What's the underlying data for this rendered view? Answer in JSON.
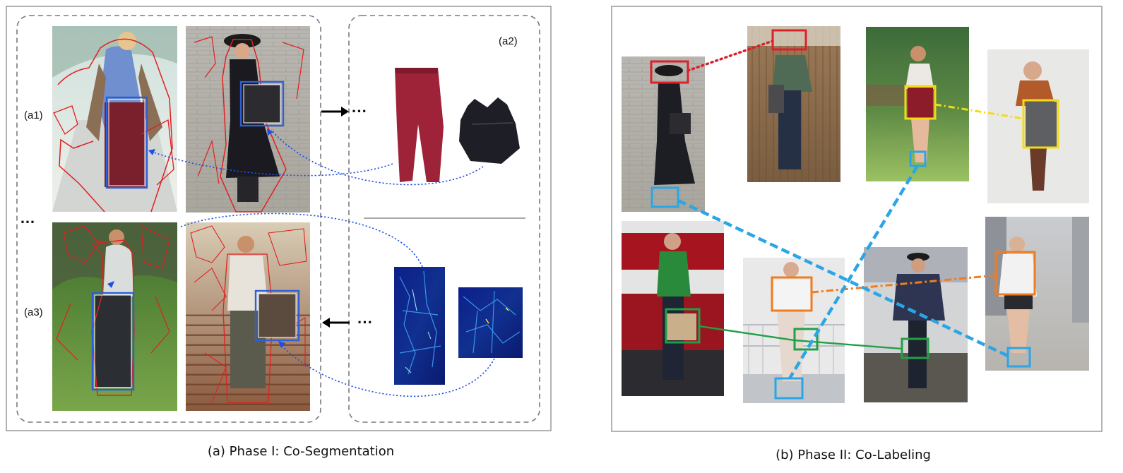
{
  "panel_a": {
    "caption": "(a) Phase I: Co-Segmentation",
    "label_a1": "(a1)",
    "label_a2": "(a2)",
    "label_a3": "(a3)",
    "ellipsis": "…",
    "arrow_ellipsis": "···"
  },
  "panel_b": {
    "caption": "(b) Phase II: Co-Labeling"
  },
  "colors": {
    "frame": "#8a8a8a",
    "dashed": "#7a7a7a",
    "seg_red": "#e02020",
    "box_blue": "#2f5fd6",
    "dot_blue": "#1f4fe0",
    "hat_red": "#dd1f2a",
    "shoe_cyan": "#2aa6e6",
    "skirt_yellow": "#f2dc14",
    "top_orange": "#ef7d20",
    "bag_green": "#22a046"
  }
}
